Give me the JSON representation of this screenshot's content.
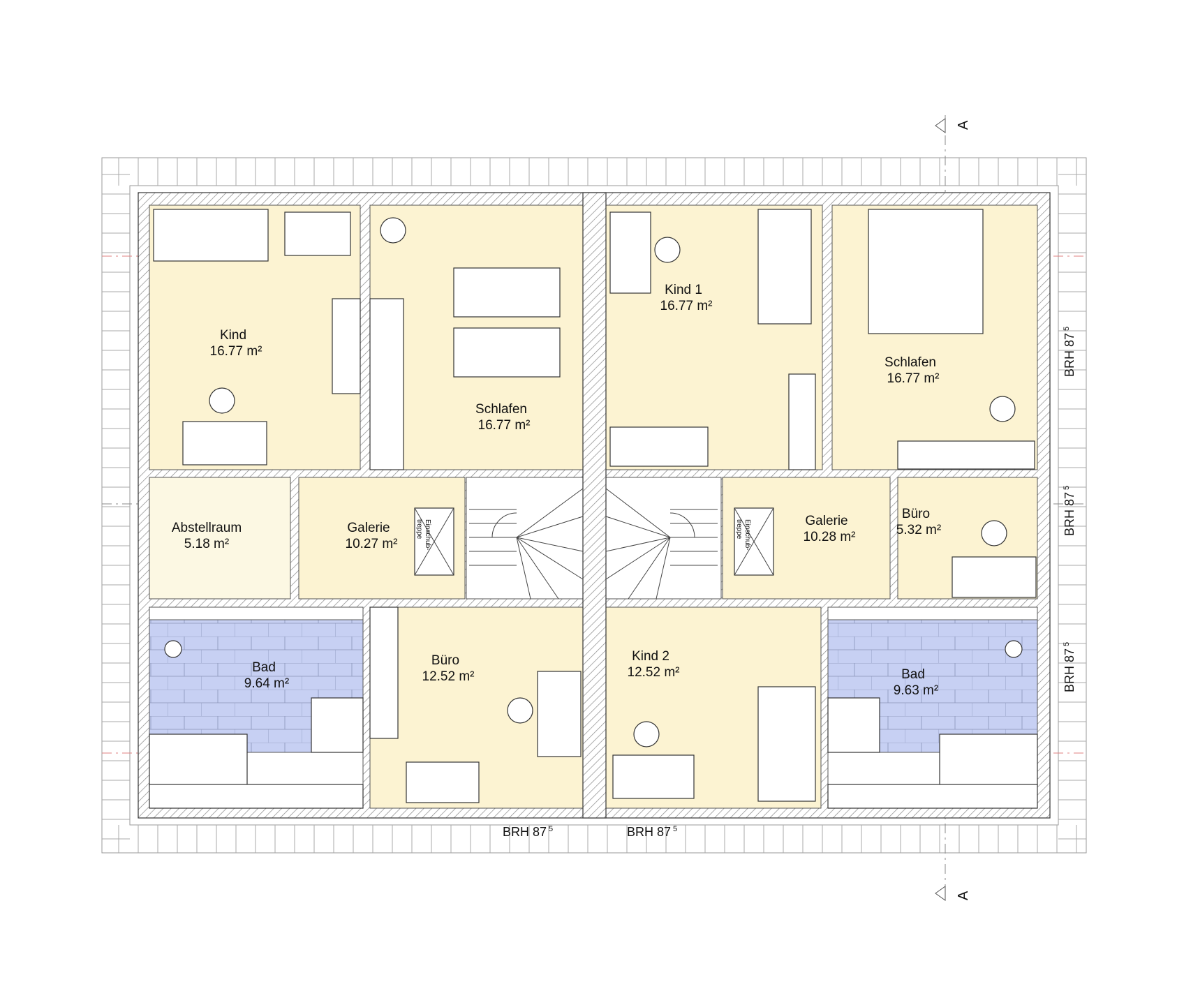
{
  "colors": {
    "room_fill": "#fcf3d2",
    "bath_fill": "#c7d0f3",
    "storage_fill": "#fcf8e3",
    "wall": "#bdbdbd",
    "wall_outline": "#333333"
  },
  "section_marks": {
    "top": "A",
    "bottom": "A"
  },
  "rooms": [
    {
      "id": "kind-left",
      "name": "Kind",
      "area": "16.77 m²"
    },
    {
      "id": "schlafen-left",
      "name": "Schlafen",
      "area": "16.77 m²"
    },
    {
      "id": "kind1",
      "name": "Kind 1",
      "area": "16.77 m²"
    },
    {
      "id": "schlafen-right",
      "name": "Schlafen",
      "area": "16.77 m²"
    },
    {
      "id": "abstellraum",
      "name": "Abstellraum",
      "area": "5.18 m²"
    },
    {
      "id": "galerie-left",
      "name": "Galerie",
      "area": "10.27 m²"
    },
    {
      "id": "galerie-right",
      "name": "Galerie",
      "area": "10.28 m²"
    },
    {
      "id": "buero-right",
      "name": "Büro",
      "area": "5.32 m²"
    },
    {
      "id": "bad-left",
      "name": "Bad",
      "area": "9.64 m²"
    },
    {
      "id": "buero-left",
      "name": "Büro",
      "area": "12.52 m²"
    },
    {
      "id": "kind2",
      "name": "Kind 2",
      "area": "12.52 m²"
    },
    {
      "id": "bad-right",
      "name": "Bad",
      "area": "9.63 m²"
    }
  ],
  "einschub": {
    "line1": "Einschub-",
    "line2": "treppe"
  },
  "brh": {
    "text": "BRH 87",
    "sup": "5"
  }
}
